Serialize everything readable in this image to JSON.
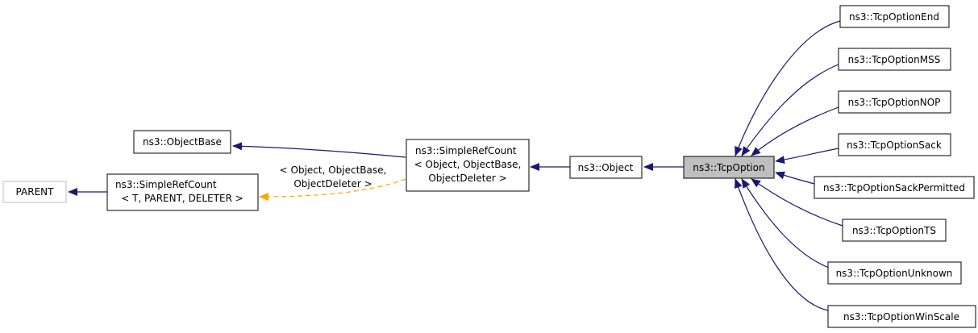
{
  "colors": {
    "edge": "#191970",
    "template_edge": "#ffa500",
    "box_border": "#000000",
    "parent_border": "#bfbfbf",
    "highlight_fill": "#bfbfbf"
  },
  "nodes": {
    "parent": {
      "lines": [
        "PARENT"
      ]
    },
    "simplerefcount_tpl": {
      "lines": [
        "ns3::SimpleRefCount",
        "< T, PARENT, DELETER >"
      ]
    },
    "objectbase": {
      "lines": [
        "ns3::ObjectBase"
      ]
    },
    "simplerefcount_obj": {
      "lines": [
        "ns3::SimpleRefCount",
        "< Object, ObjectBase,",
        "ObjectDeleter >"
      ]
    },
    "object": {
      "lines": [
        "ns3::Object"
      ]
    },
    "tcpoption": {
      "lines": [
        "ns3::TcpOption"
      ]
    },
    "tcpoption_end": {
      "lines": [
        "ns3::TcpOptionEnd"
      ]
    },
    "tcpoption_mss": {
      "lines": [
        "ns3::TcpOptionMSS"
      ]
    },
    "tcpoption_nop": {
      "lines": [
        "ns3::TcpOptionNOP"
      ]
    },
    "tcpoption_sack": {
      "lines": [
        "ns3::TcpOptionSack"
      ]
    },
    "tcpoption_sackpermitted": {
      "lines": [
        "ns3::TcpOptionSackPermitted"
      ]
    },
    "tcpoption_ts": {
      "lines": [
        "ns3::TcpOptionTS"
      ]
    },
    "tcpoption_unknown": {
      "lines": [
        "ns3::TcpOptionUnknown"
      ]
    },
    "tcpoption_winscale": {
      "lines": [
        "ns3::TcpOptionWinScale"
      ]
    }
  },
  "edge_labels": {
    "template_args": [
      "< Object, ObjectBase,",
      "ObjectDeleter >"
    ]
  }
}
